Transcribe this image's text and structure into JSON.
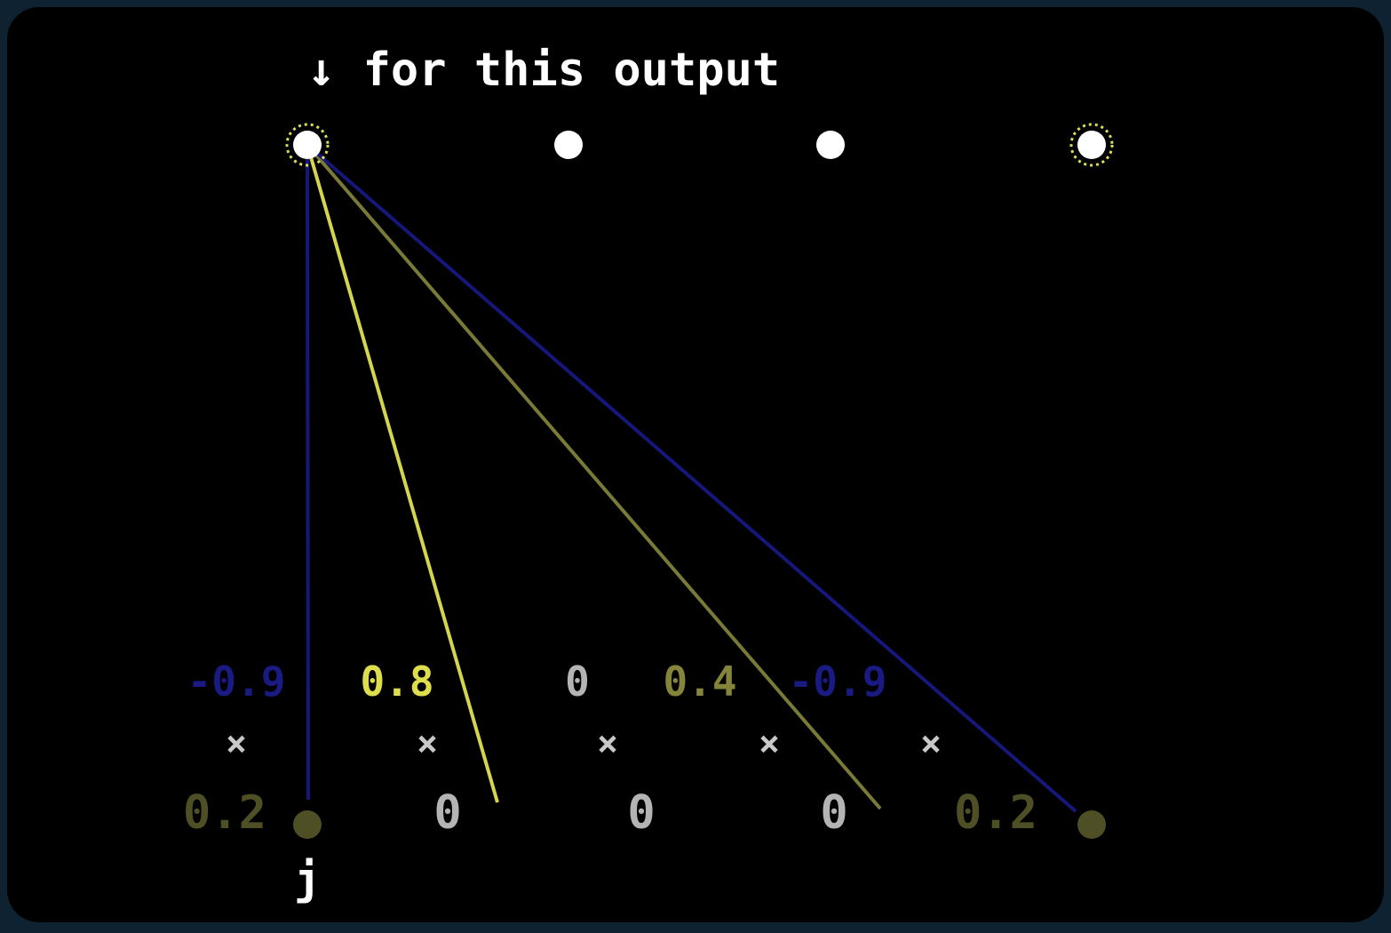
{
  "caption": "↓ for this output",
  "outputs": [
    {
      "selected": true
    },
    {
      "selected": false
    },
    {
      "selected": false
    },
    {
      "selected": true
    }
  ],
  "weights": [
    {
      "text": "-0.9",
      "color": "#191a82"
    },
    {
      "text": "0.8",
      "color": "#dede4c"
    },
    {
      "text": "0",
      "color": "#b4b4b4"
    },
    {
      "text": "0.4",
      "color": "#84843a"
    },
    {
      "text": "-0.9",
      "color": "#191a82"
    }
  ],
  "multiply_sign": "×",
  "inputs": [
    {
      "text": "0.2",
      "color": "#4f4f26",
      "dot": true
    },
    {
      "text": "0",
      "color": "#b4b4b4",
      "dot": false
    },
    {
      "text": "0",
      "color": "#b4b4b4",
      "dot": false
    },
    {
      "text": "0",
      "color": "#b4b4b4",
      "dot": false
    },
    {
      "text": "0.2",
      "color": "#4f4f26",
      "dot": true
    }
  ],
  "connections": [
    {
      "weight": -0.9,
      "color": "#15177a"
    },
    {
      "weight": 0.8,
      "color": "#d4d44e"
    },
    {
      "weight": 0.4,
      "color": "#7a7a38"
    },
    {
      "weight": -0.9,
      "color": "#15177a"
    }
  ],
  "index_label": "j"
}
